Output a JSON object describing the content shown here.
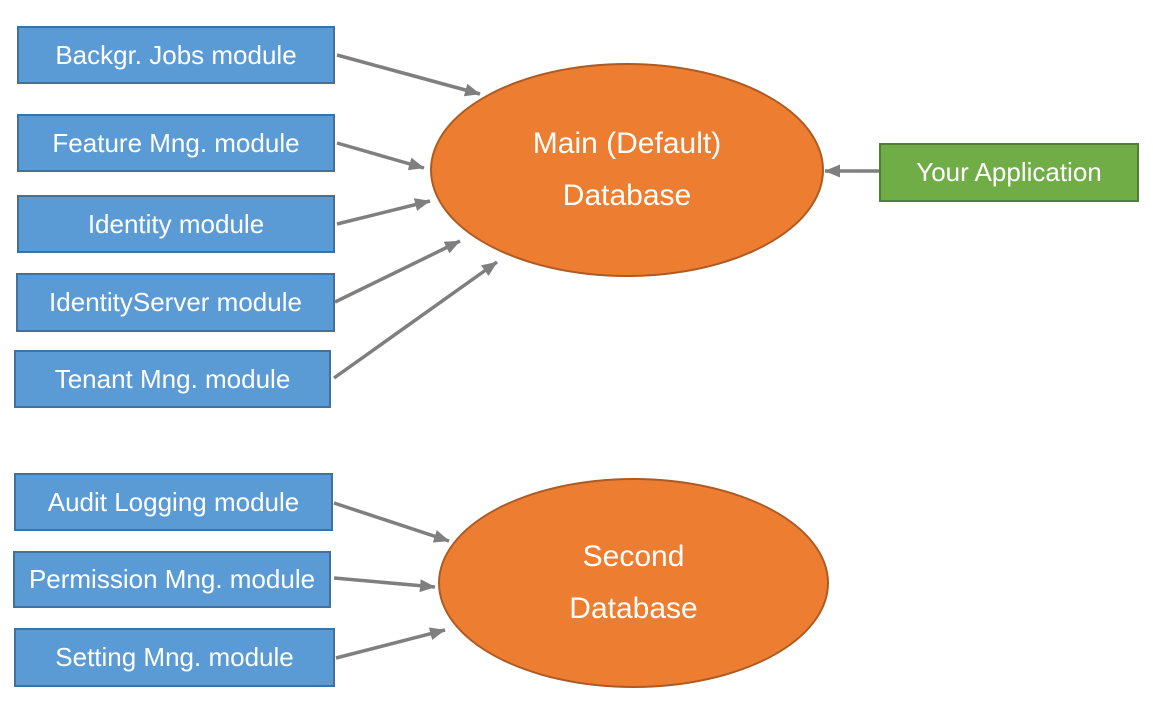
{
  "main_group": {
    "modules": [
      {
        "label": "Backgr. Jobs module"
      },
      {
        "label": "Feature Mng. module"
      },
      {
        "label": "Identity module"
      },
      {
        "label": "IdentityServer module"
      },
      {
        "label": "Tenant Mng. module"
      }
    ],
    "database": {
      "line1": "Main (Default)",
      "line2": "Database"
    },
    "application": {
      "label": "Your Application"
    }
  },
  "second_group": {
    "modules": [
      {
        "label": "Audit Logging module"
      },
      {
        "label": "Permission Mng. module"
      },
      {
        "label": "Setting Mng. module"
      }
    ],
    "database": {
      "line1": "Second",
      "line2": "Database"
    }
  },
  "connections": [
    {
      "from": "Backgr. Jobs module",
      "to": "Main (Default) Database"
    },
    {
      "from": "Feature Mng. module",
      "to": "Main (Default) Database"
    },
    {
      "from": "Identity module",
      "to": "Main (Default) Database"
    },
    {
      "from": "IdentityServer module",
      "to": "Main (Default) Database"
    },
    {
      "from": "Tenant Mng. module",
      "to": "Main (Default) Database"
    },
    {
      "from": "Your Application",
      "to": "Main (Default) Database"
    },
    {
      "from": "Audit Logging module",
      "to": "Second Database"
    },
    {
      "from": "Permission Mng. module",
      "to": "Second Database"
    },
    {
      "from": "Setting Mng. module",
      "to": "Second Database"
    }
  ],
  "colors": {
    "module_fill": "#5B9BD5",
    "module_border": "#41719C",
    "database_fill": "#ED7D31",
    "database_border": "#AE5A21",
    "application_fill": "#70AD47",
    "application_border": "#507E32",
    "arrow": "#7F7F7F",
    "text": "#FFFFFF",
    "background": "#FFFFFF"
  }
}
